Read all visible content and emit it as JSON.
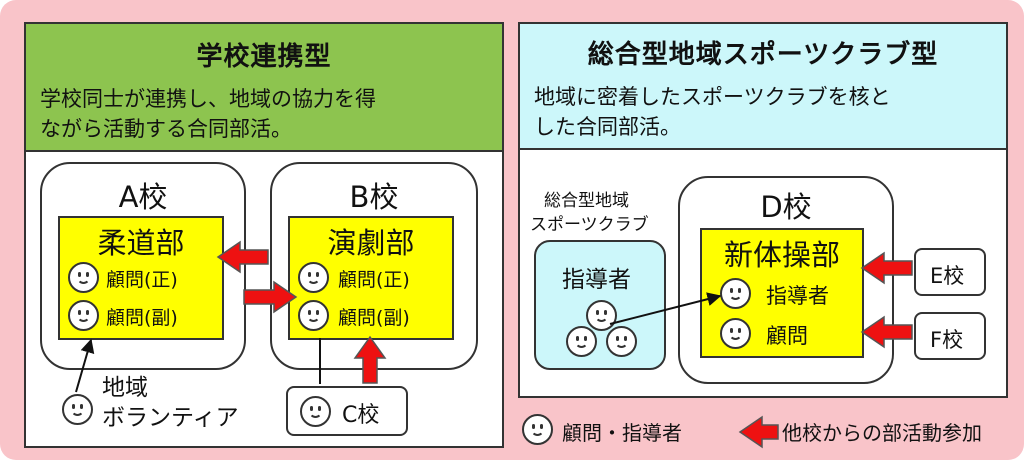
{
  "left_panel": {
    "title": "学校連携型",
    "desc_line1": "学校同士が連携し、地域の協力を得",
    "desc_line2": "ながら活動する合同部活。",
    "school_a": {
      "name": "A校",
      "club": "柔道部",
      "role1": "顧問(正)",
      "role2": "顧問(副)"
    },
    "school_b": {
      "name": "B校",
      "club": "演劇部",
      "role1": "顧問(正)",
      "role2": "顧問(副)"
    },
    "volunteer_line1": "地域",
    "volunteer_line2": "ボランティア",
    "school_c": "C校"
  },
  "right_panel": {
    "title": "総合型地域スポーツクラブ型",
    "desc_line1": "地域に密着したスポーツクラブを核と",
    "desc_line2": "した合同部活。",
    "club_label_line1": "総合型地域",
    "club_label_line2": "スポーツクラブ",
    "instructor": "指導者",
    "school_d": {
      "name": "D校",
      "club": "新体操部",
      "role1": "指導者",
      "role2": "顧問"
    },
    "school_e": "E校",
    "school_f": "F校"
  },
  "legend": {
    "face_label": "顧問・指導者",
    "arrow_label": "他校からの部活動参加"
  },
  "colors": {
    "background": "#f9c4c9",
    "left_header": "#8dc44f",
    "right_header": "#ccf7fa",
    "club_box": "#ffff00",
    "sports_club": "#ccf7fa",
    "arrow": "#ee1111"
  }
}
